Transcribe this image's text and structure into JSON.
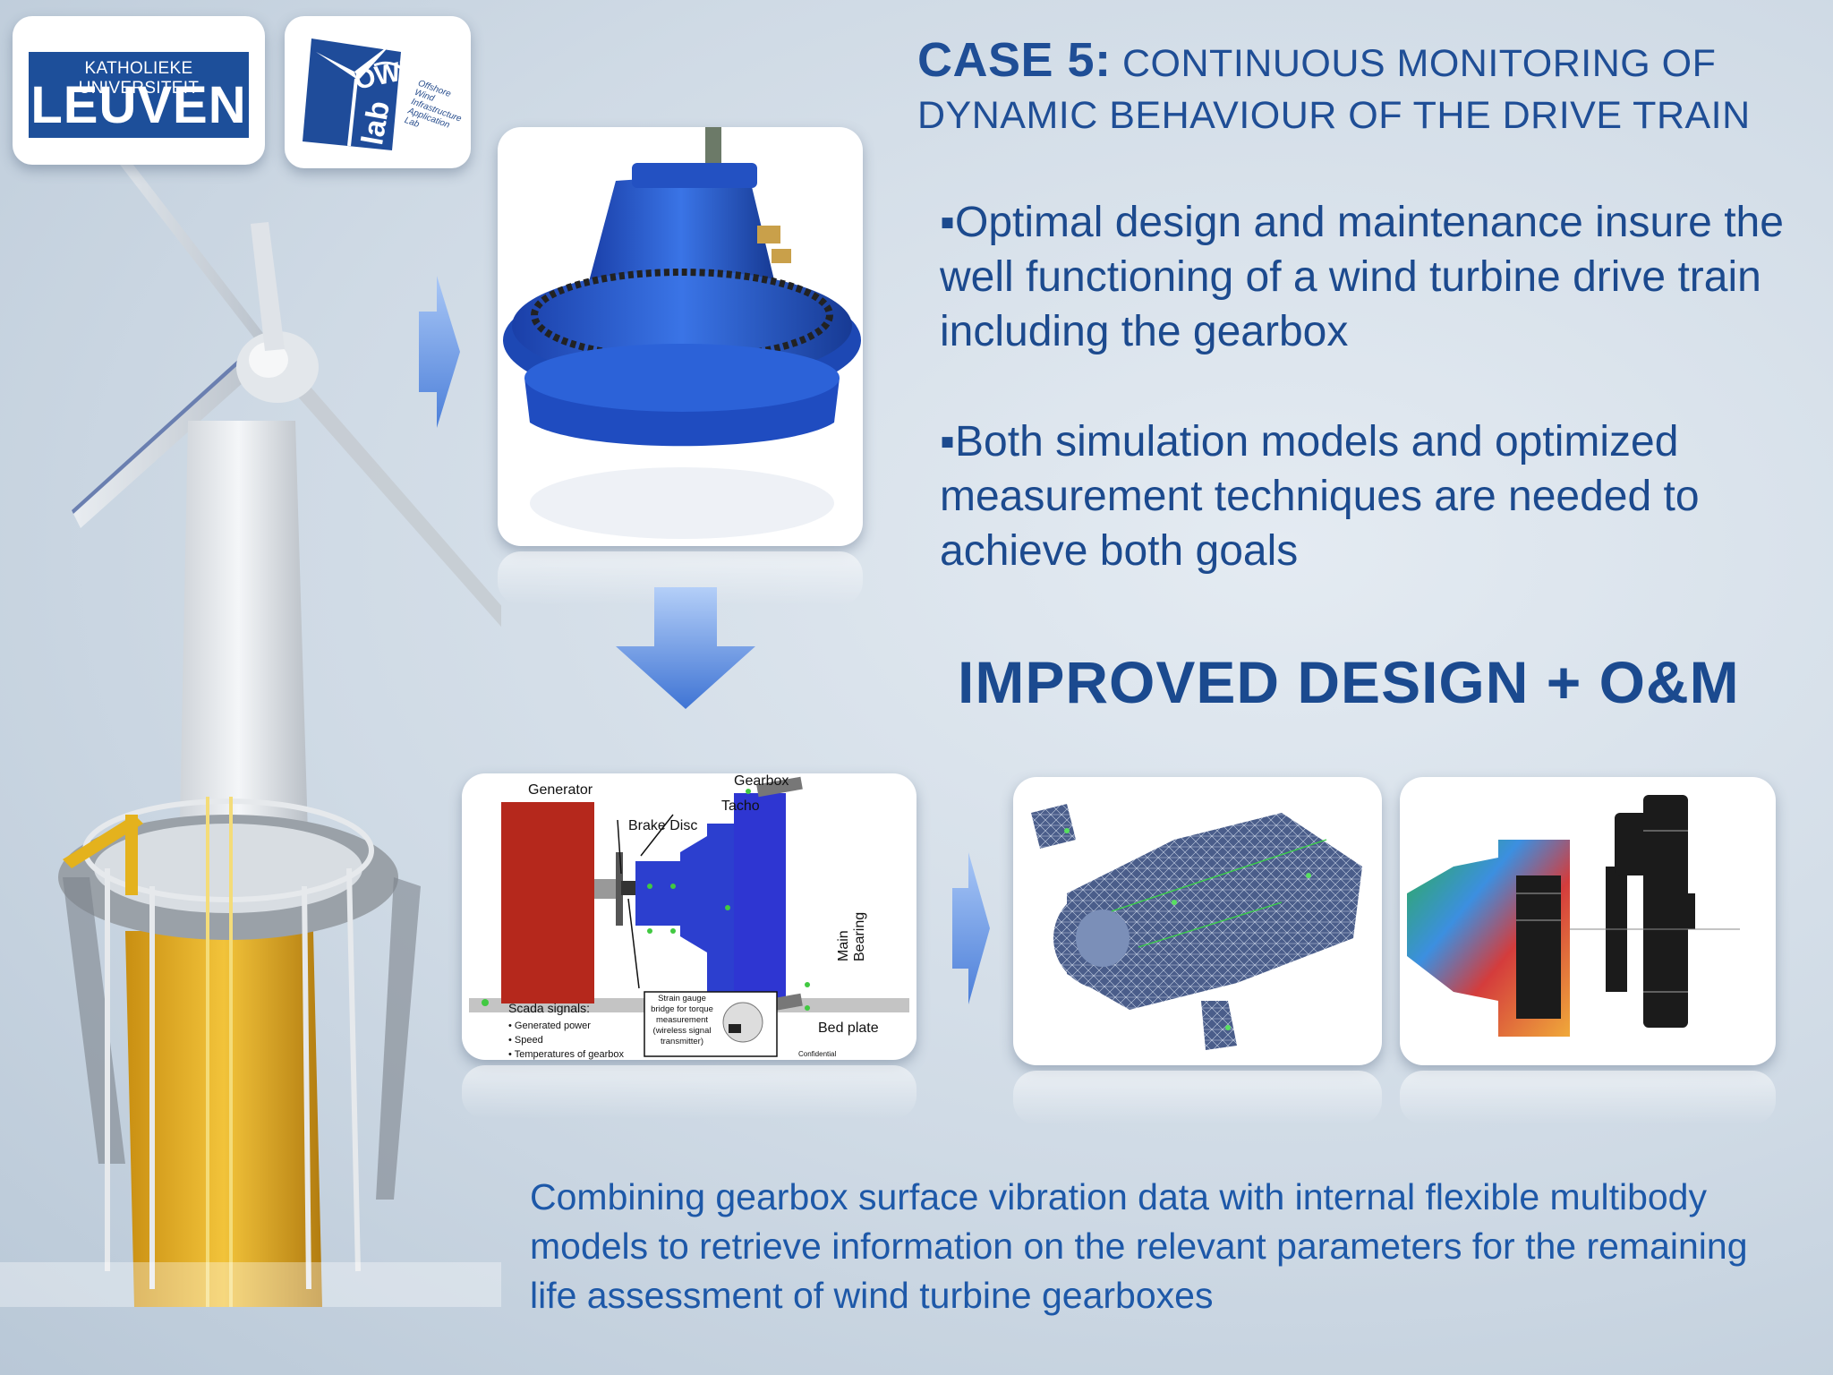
{
  "logos": {
    "kul_line1": "KATHOLIEKE UNIVERSITEIT",
    "kul_line2": "LEUVEN",
    "owi_top": "OWI",
    "owi_side": "lab",
    "owi_desc": [
      "Offshore",
      "Wind",
      "Infrastructure",
      "Application",
      "Lab"
    ]
  },
  "title": {
    "case_label": "CASE 5:",
    "line1": "CONTINUOUS  MONITORING OF",
    "line2": "DYNAMIC BEHAVIOUR OF THE DRIVE TRAIN"
  },
  "bullets": [
    "▪Optimal design and maintenance insure the well functioning of a wind turbine drive train including the gearbox",
    "▪Both simulation models and optimized measurement techniques are needed to achieve both goals"
  ],
  "headline": "IMPROVED DESIGN + O&M",
  "bottom_text": "Combining gearbox surface vibration data with internal flexible multibody models to retrieve information on the relevant parameters for the remaining life assessment of wind turbine gearboxes",
  "diagram": {
    "generator": "Generator",
    "gearbox": "Gearbox",
    "tacho": "Tacho",
    "brake_disc": "Brake Disc",
    "main_bearing": "Main Bearing",
    "bed_plate": "Bed plate",
    "scada_title": "Scada signals:",
    "scada_items": [
      "• Generated power",
      "• Speed",
      "• Temperatures of gearbox"
    ],
    "strain_gauge": "Strain gauge bridge for torque measurement (wireless signal transmitter)",
    "confidential": "Confidential"
  },
  "colors": {
    "title_blue": "#1f4e96",
    "bottom_blue": "#1d58a8",
    "arrow_blue": "#5d8fe0",
    "gearbox_blue": "#2456c8",
    "generator_red": "#b5281c",
    "tower_yellow": "#e8b52a"
  }
}
